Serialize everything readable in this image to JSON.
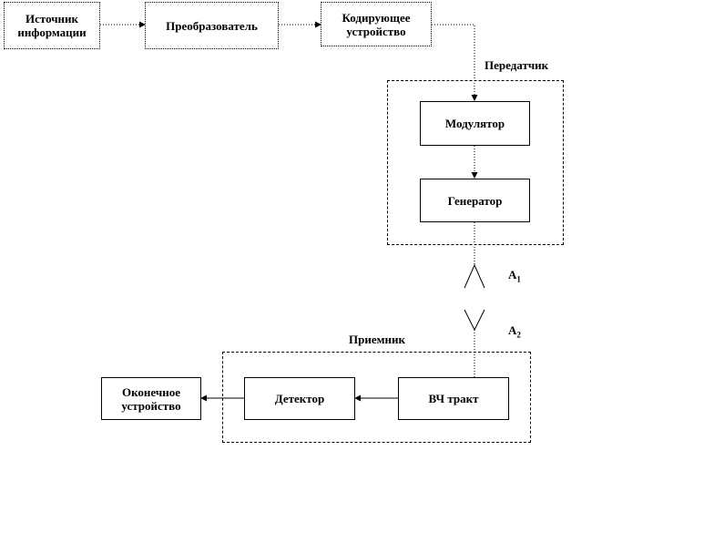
{
  "blocks": {
    "source": "Источник\nинформации",
    "converter": "Преобразователь",
    "encoder": "Кодирующее\nустройство",
    "modulator": "Модулятор",
    "generator": "Генератор",
    "rf_path": "ВЧ тракт",
    "detector": "Детектор",
    "terminal": "Оконечное\nустройство"
  },
  "groups": {
    "transmitter": "Передатчик",
    "receiver": "Приемник"
  },
  "antennas": {
    "a1": {
      "letter": "А",
      "index": "1"
    },
    "a2": {
      "letter": "А",
      "index": "2"
    }
  }
}
